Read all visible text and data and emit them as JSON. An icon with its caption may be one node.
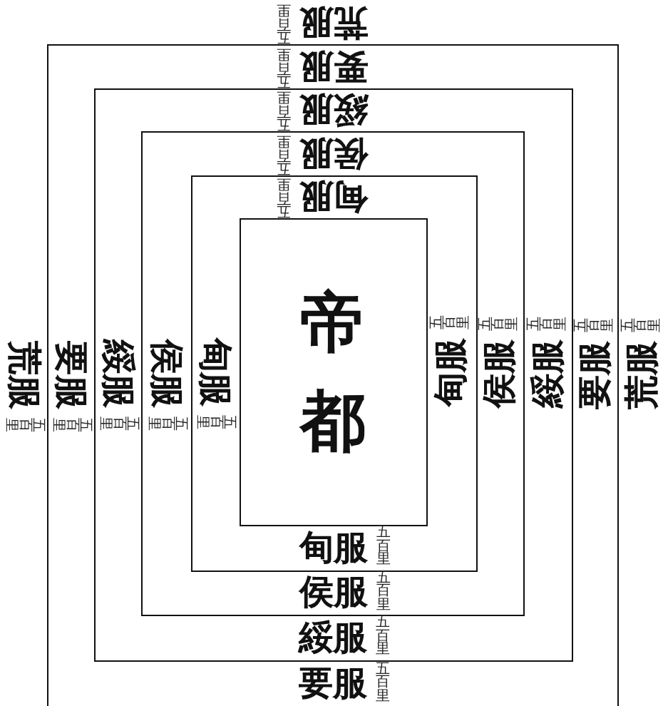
{
  "diagram": {
    "nodes": [
      {
        "text": [
          "要服",
          "五百里",
          "要服",
          "五百里",
          "要服",
          "五百里",
          "要服",
          "五百里"
        ]
      },
      {
        "text": [
          "綏服",
          "五百里",
          "綏服",
          "五百里",
          "綏服",
          "五百里",
          "綏服",
          "五百里"
        ],
        "in": 0
      },
      {
        "text": [
          "侯服",
          "五百里",
          "侯服",
          "五百里",
          "侯服",
          "五百里",
          "侯服",
          "五百里"
        ],
        "in": 1
      },
      {
        "text": [
          "甸服",
          "五百里",
          "甸服",
          "五百里",
          "甸服",
          "五百里",
          "甸服",
          "五百里"
        ],
        "in": 2
      },
      {
        "text": [
          "帝都"
        ],
        "in": 3
      }
    ],
    "labels": [
      "荒服",
      "五百里",
      "荒服",
      "五百里",
      "荒服",
      "五百里"
    ]
  }
}
